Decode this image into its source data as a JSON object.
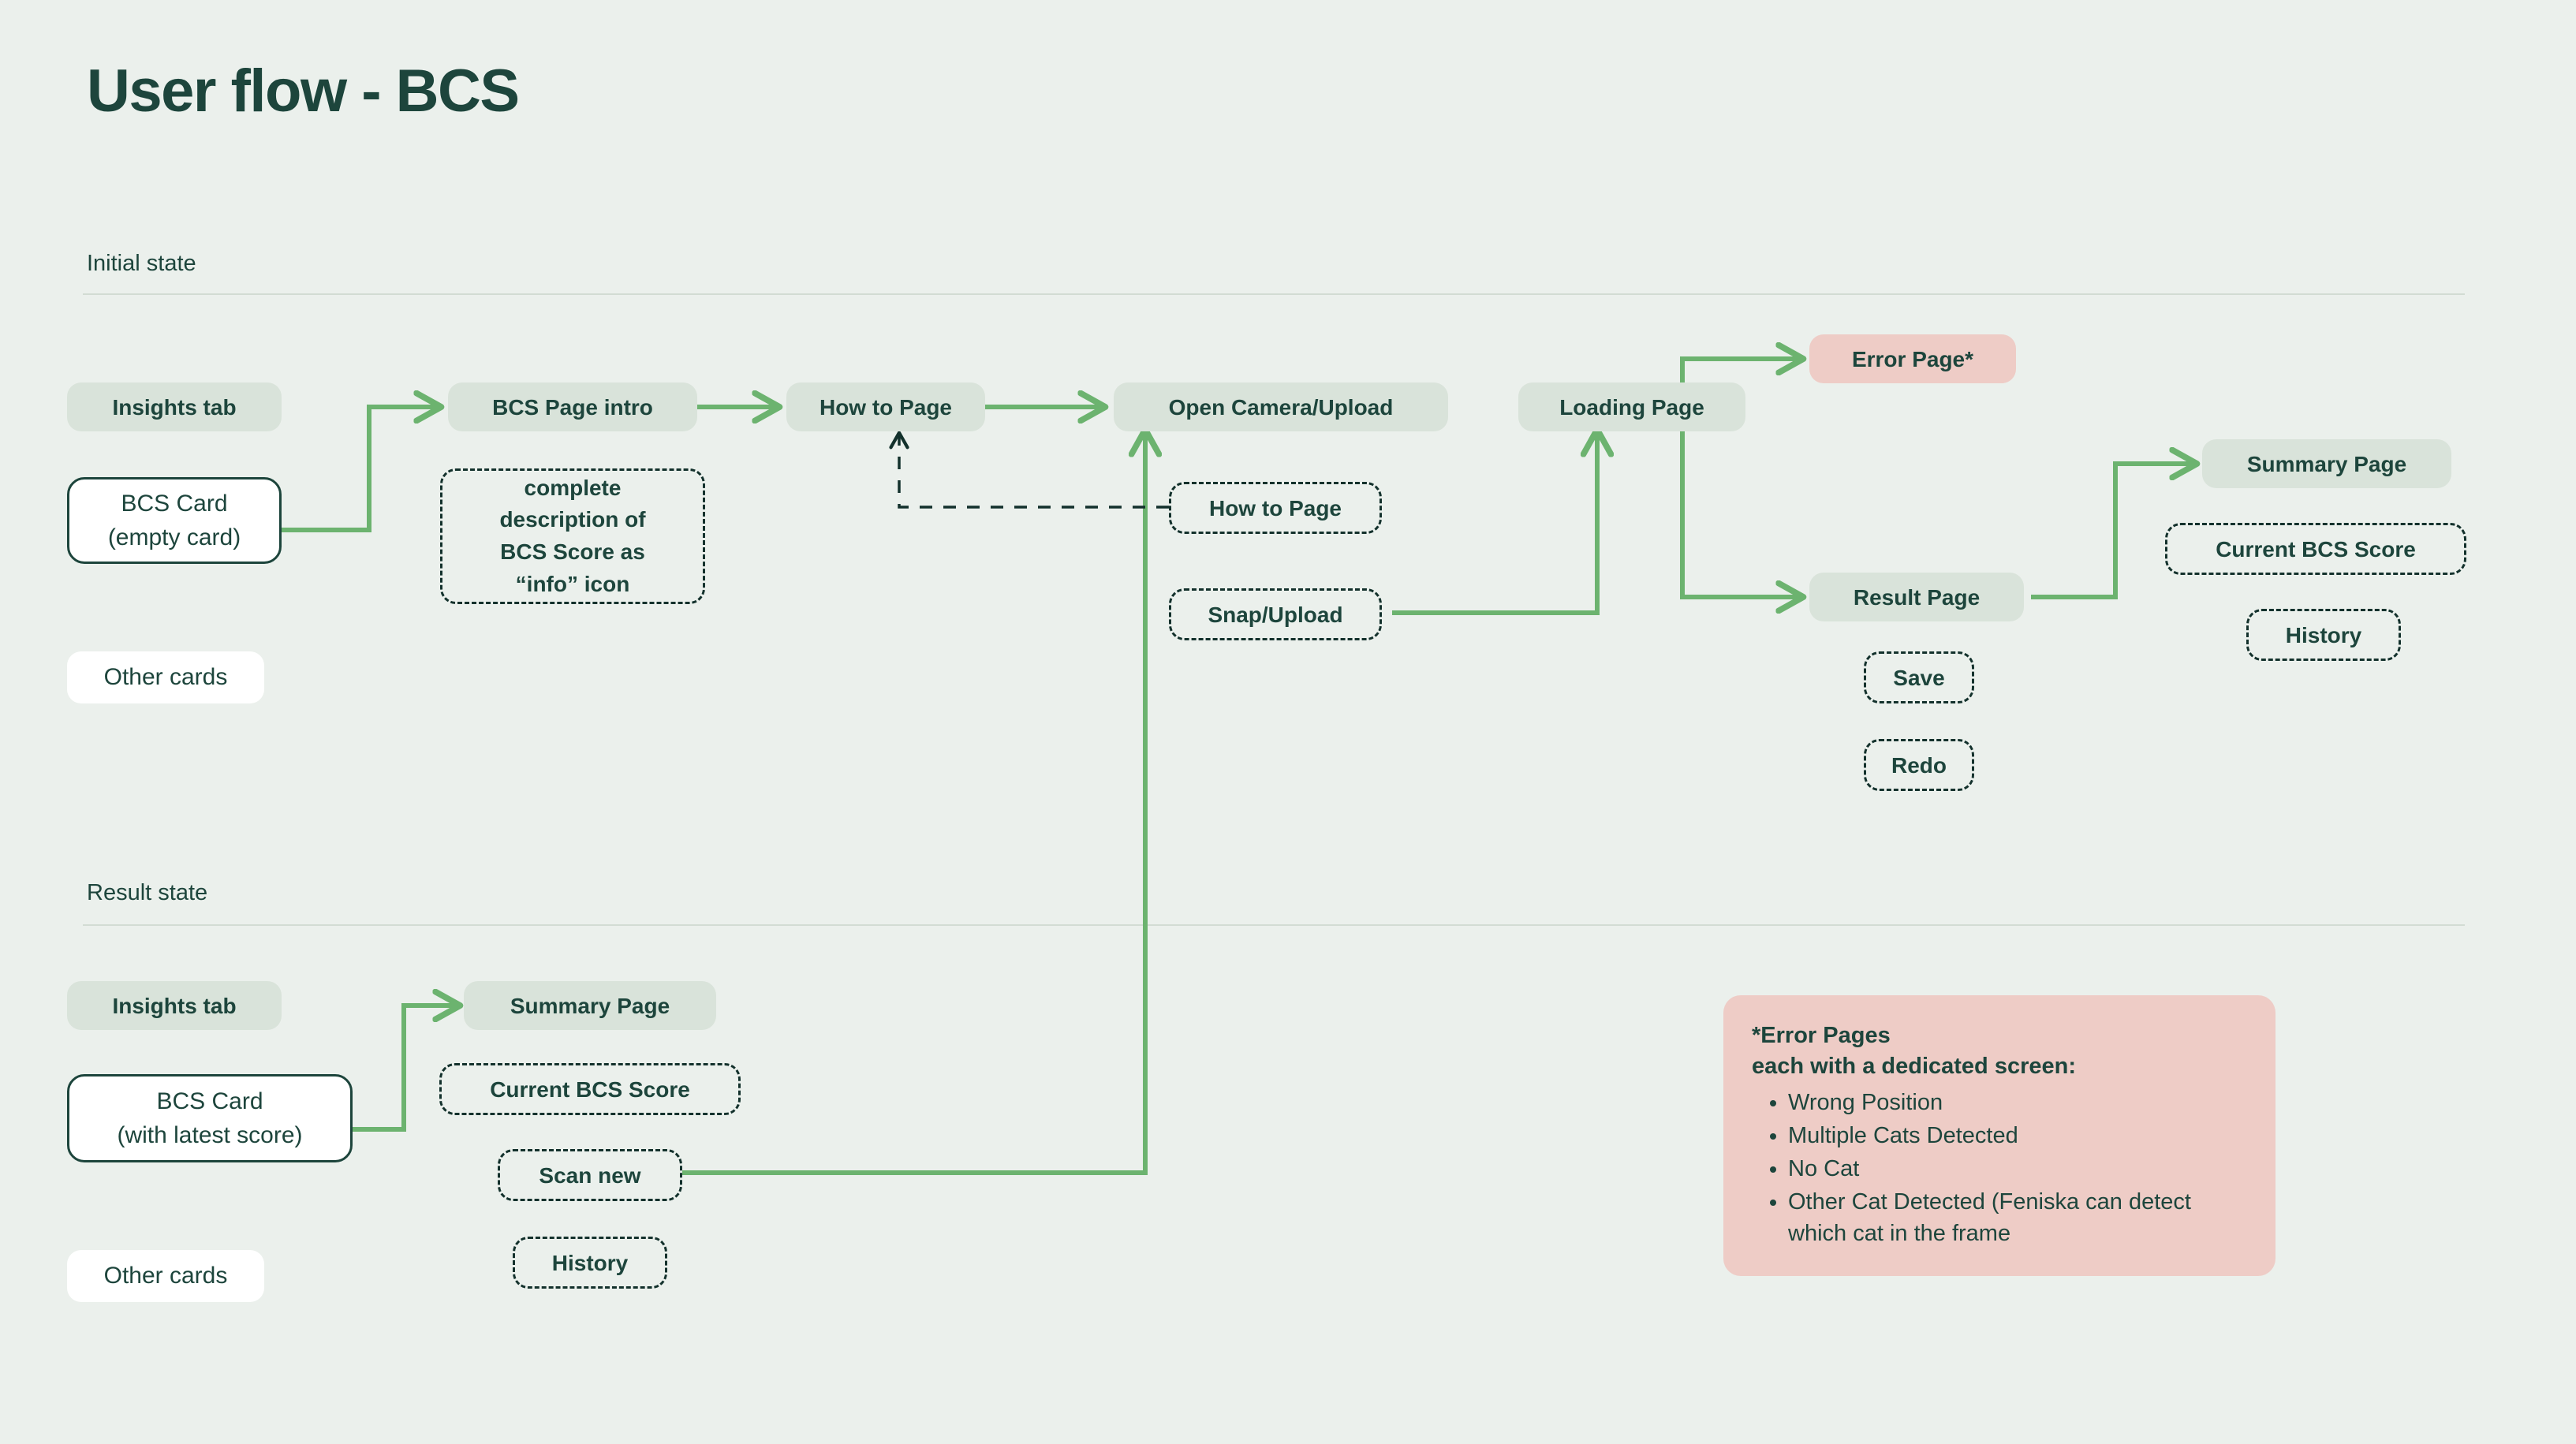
{
  "page": {
    "title": "User flow - BCS",
    "background_color": "#ebf0ec",
    "text_color": "#1d453c",
    "accent_green": "#6cb36f",
    "node_fill": "#d9e3da",
    "error_fill": "#eeccc6"
  },
  "sections": [
    {
      "id": "initial",
      "label": "Initial state"
    },
    {
      "id": "result",
      "label": "Result state"
    }
  ],
  "initial_state": {
    "entry": {
      "insights_tab": "Insights tab",
      "bcs_card": "BCS Card\n(empty card)",
      "other_cards": "Other cards"
    },
    "flow": {
      "bcs_page_intro": "BCS Page intro",
      "intro_detail": "complete\ndescription of\nBCS Score as\n“info” icon",
      "how_to_page": "How to Page",
      "open_camera_upload": "Open Camera/Upload",
      "how_to_page_action": "How to Page",
      "snap_upload_action": "Snap/Upload",
      "loading_page": "Loading Page",
      "error_page": "Error Page*",
      "result_page": "Result Page",
      "save_action": "Save",
      "redo_action": "Redo",
      "summary_page": "Summary Page",
      "current_bcs_score": "Current BCS Score",
      "history": "History"
    }
  },
  "result_state": {
    "entry": {
      "insights_tab": "Insights tab",
      "bcs_card": "BCS Card\n(with latest score)",
      "other_cards": "Other cards"
    },
    "flow": {
      "summary_page": "Summary Page",
      "current_bcs_score": "Current BCS Score",
      "scan_new": "Scan new",
      "history": "History"
    }
  },
  "error_note": {
    "title": "*Error Pages\neach with a dedicated screen:",
    "items": [
      "Wrong Position",
      "Multiple Cats Detected",
      "No Cat",
      "Other Cat Detected (Feniska can detect which cat in the frame"
    ]
  }
}
